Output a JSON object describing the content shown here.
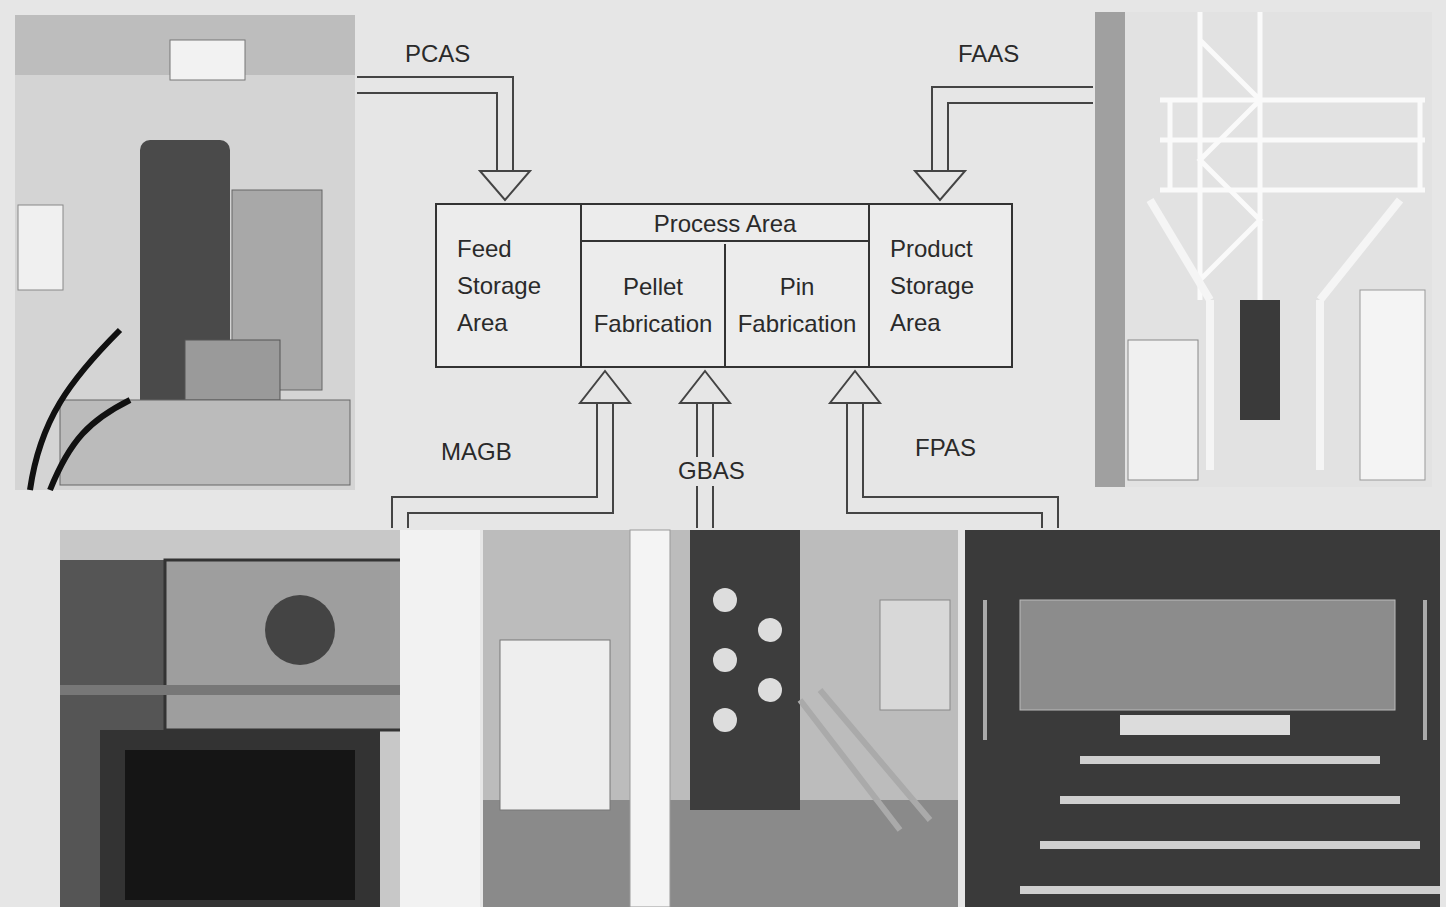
{
  "diagram": {
    "nodes": [
      {
        "text": [
          "Feed Storage Area"
        ]
      },
      {
        "text": [
          "Process Area"
        ]
      },
      {
        "text": [
          "Pellet Fabrication"
        ],
        "in": 1
      },
      {
        "text": [
          "Pin Fabrication"
        ],
        "in": 1
      },
      {
        "text": [
          "Product Storage Area"
        ]
      }
    ],
    "labels": [
      "PCAS",
      "FAAS",
      "MAGB",
      "GBAS",
      "FPAS"
    ]
  }
}
